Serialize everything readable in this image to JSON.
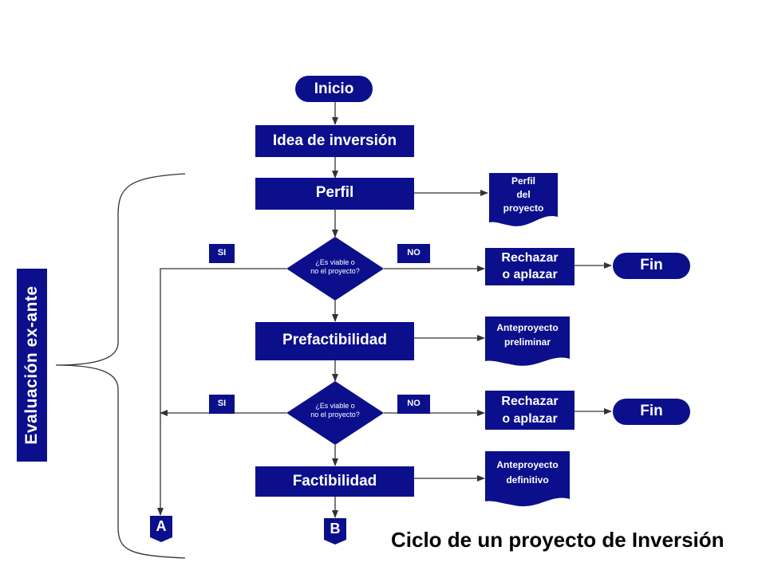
{
  "colors": {
    "box": "#0b0f8c",
    "line": "#333333",
    "text": "#ffffff"
  },
  "nodes": {
    "inicio": "Inicio",
    "idea": "Idea de inversión",
    "perfil": "Perfil",
    "perfil_doc": [
      "Perfil",
      "del",
      "proyecto"
    ],
    "decision": [
      "¿Es viable o",
      "no el proyecto?"
    ],
    "si": "SI",
    "no": "NO",
    "rechazar": [
      "Rechazar",
      "o aplazar"
    ],
    "fin": "Fin",
    "prefactibilidad": "Prefactibilidad",
    "anteproyecto_preliminar": [
      "Anteproyecto",
      "preliminar"
    ],
    "factibilidad": "Factibilidad",
    "anteproyecto_definitivo": [
      "Anteproyecto",
      "definitivo"
    ],
    "connector_a": "A",
    "connector_b": "B"
  },
  "side_label": "Evaluación ex-ante",
  "caption": "Ciclo de un proyecto de Inversión"
}
